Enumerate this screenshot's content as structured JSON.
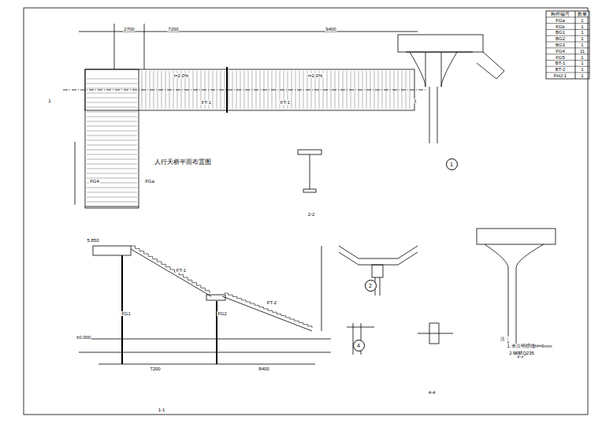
{
  "diagram": {
    "title": "人行天桥平面布置图",
    "nodes": [
      {
        "text": [
          "1"
        ]
      },
      {
        "text": [
          "2"
        ]
      },
      {
        "text": [
          "4"
        ]
      }
    ],
    "labels": [
      "1",
      "1",
      "2700",
      "7200",
      "9400",
      "i=2.0%",
      "i=2.0%",
      "FT-1",
      "FT-1",
      "FG4",
      "FGa",
      "5.850",
      "FT-1",
      "FT-2",
      "FG1",
      "FG2",
      "±0.000",
      "7200",
      "8400",
      "1-1",
      "2-2",
      "3-3",
      "4-4",
      "注：",
      "1.未注明焊缝hf=6mm",
      "2.钢材Q235",
      "构件编号",
      "数量",
      "FGa",
      "1",
      "FGb",
      "1",
      "BG1",
      "1",
      "BG2",
      "1",
      "BG3",
      "1",
      "FG4",
      "11",
      "FG5",
      "1",
      "BT-1",
      "1",
      "BT-2",
      "1",
      "FHJ-1",
      "1"
    ]
  }
}
